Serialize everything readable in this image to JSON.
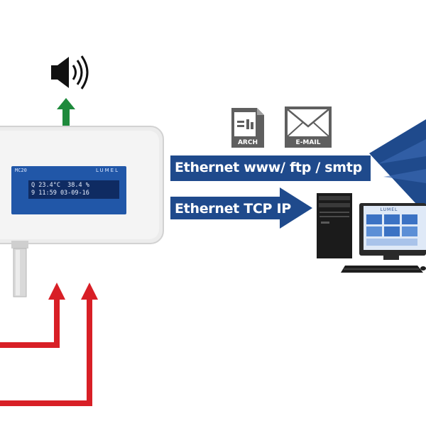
{
  "arrows": {
    "www_label": "Ethernet www/ ftp / smtp",
    "tcp_label": "Ethernet TCP IP"
  },
  "icons": {
    "arch": "ARCH",
    "email": "E-MAIL",
    "speaker": "speaker-icon",
    "computer": "desktop-computer-icon"
  },
  "device": {
    "model": "MC20",
    "brand": "LUMEL",
    "lcd_line1": "Q 23.4°C  38.4 %",
    "lcd_line2": "9 11:59 03-09-16"
  },
  "monitor": {
    "brand": "LUMEL"
  },
  "colors": {
    "arrow_blue": "#1f4a8c",
    "alarm_green": "#1e8a3c",
    "input_red": "#d81f26",
    "display_blue": "#2157a8"
  }
}
